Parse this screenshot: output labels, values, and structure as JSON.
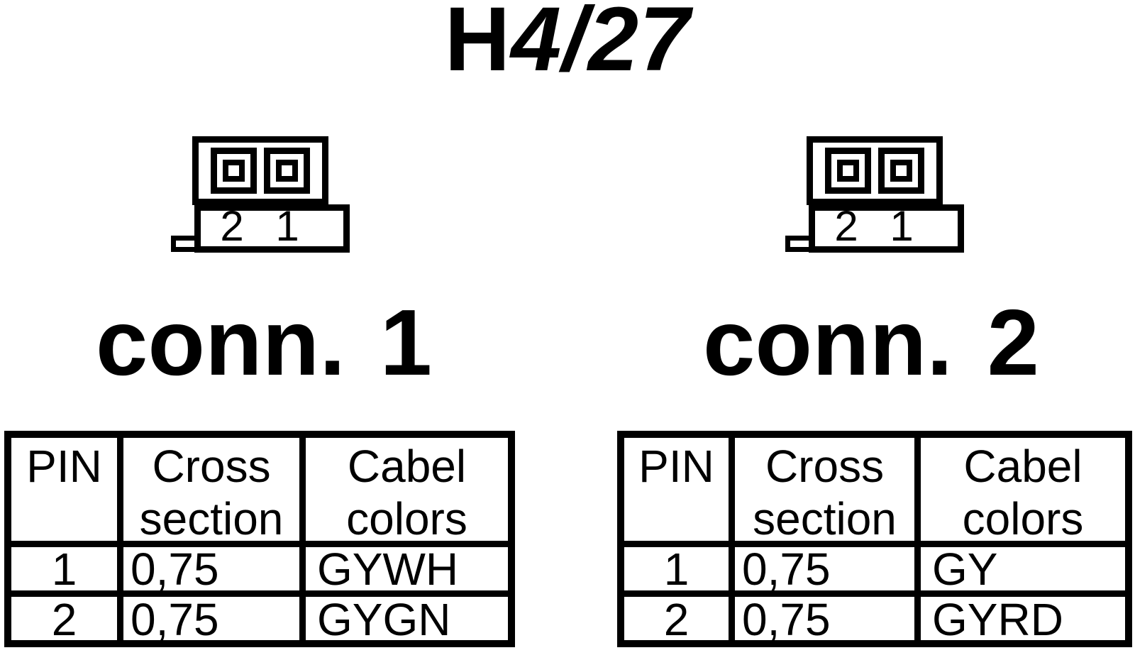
{
  "colors": {
    "ink": "#000000",
    "paper": "#ffffff"
  },
  "title": {
    "prefix": "H",
    "suffix": "4/27"
  },
  "left": {
    "label": "conn. 1",
    "connector": {
      "pin_labels": [
        "2",
        "1"
      ]
    },
    "table": {
      "headers": [
        {
          "line1": "PIN",
          "line2": ""
        },
        {
          "line1": "Cross",
          "line2": "section"
        },
        {
          "line1": "Cabel",
          "line2": "colors"
        }
      ],
      "rows": [
        {
          "pin": "1",
          "cross_section": "0,75",
          "cable_color": "GYWH"
        },
        {
          "pin": "2",
          "cross_section": "0,75",
          "cable_color": "GYGN"
        }
      ]
    }
  },
  "right": {
    "label": "conn. 2",
    "connector": {
      "pin_labels": [
        "2",
        "1"
      ]
    },
    "table": {
      "headers": [
        {
          "line1": "PIN",
          "line2": ""
        },
        {
          "line1": "Cross",
          "line2": "section"
        },
        {
          "line1": "Cabel",
          "line2": "colors"
        }
      ],
      "rows": [
        {
          "pin": "1",
          "cross_section": "0,75",
          "cable_color": "GY"
        },
        {
          "pin": "2",
          "cross_section": "0,75",
          "cable_color": "GYRD"
        }
      ]
    }
  }
}
